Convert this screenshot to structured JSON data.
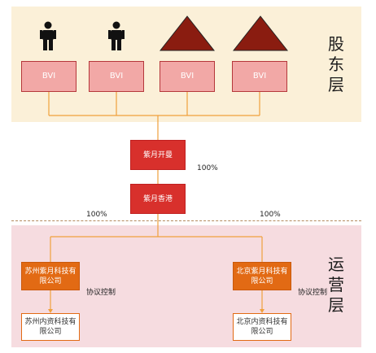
{
  "layers": {
    "shareholder": "股东层",
    "operating": "运营层"
  },
  "shareholders": [
    {
      "icon": "person-icon",
      "label": "BVI"
    },
    {
      "icon": "person-icon",
      "label": "BVI"
    },
    {
      "icon": "triangle-icon",
      "label": "BVI"
    },
    {
      "icon": "triangle-icon",
      "label": "BVI"
    }
  ],
  "holding": {
    "cayman": "紫月开曼",
    "hongkong": "紫月香港",
    "cayman_pct": "100%",
    "left_pct": "100%",
    "right_pct": "100%"
  },
  "operating": {
    "wfoe_left": "苏州紫月科技有限公司",
    "wfoe_right": "北京紫月科技有限公司",
    "vie_left": "苏州内资科技有限公司",
    "vie_right": "北京内资科技有限公司",
    "agreement_left": "协议控制",
    "agreement_right": "协议控制"
  },
  "colors": {
    "connector": "#f0a13c",
    "triangle": "#8a1c10",
    "person": "#111111"
  }
}
